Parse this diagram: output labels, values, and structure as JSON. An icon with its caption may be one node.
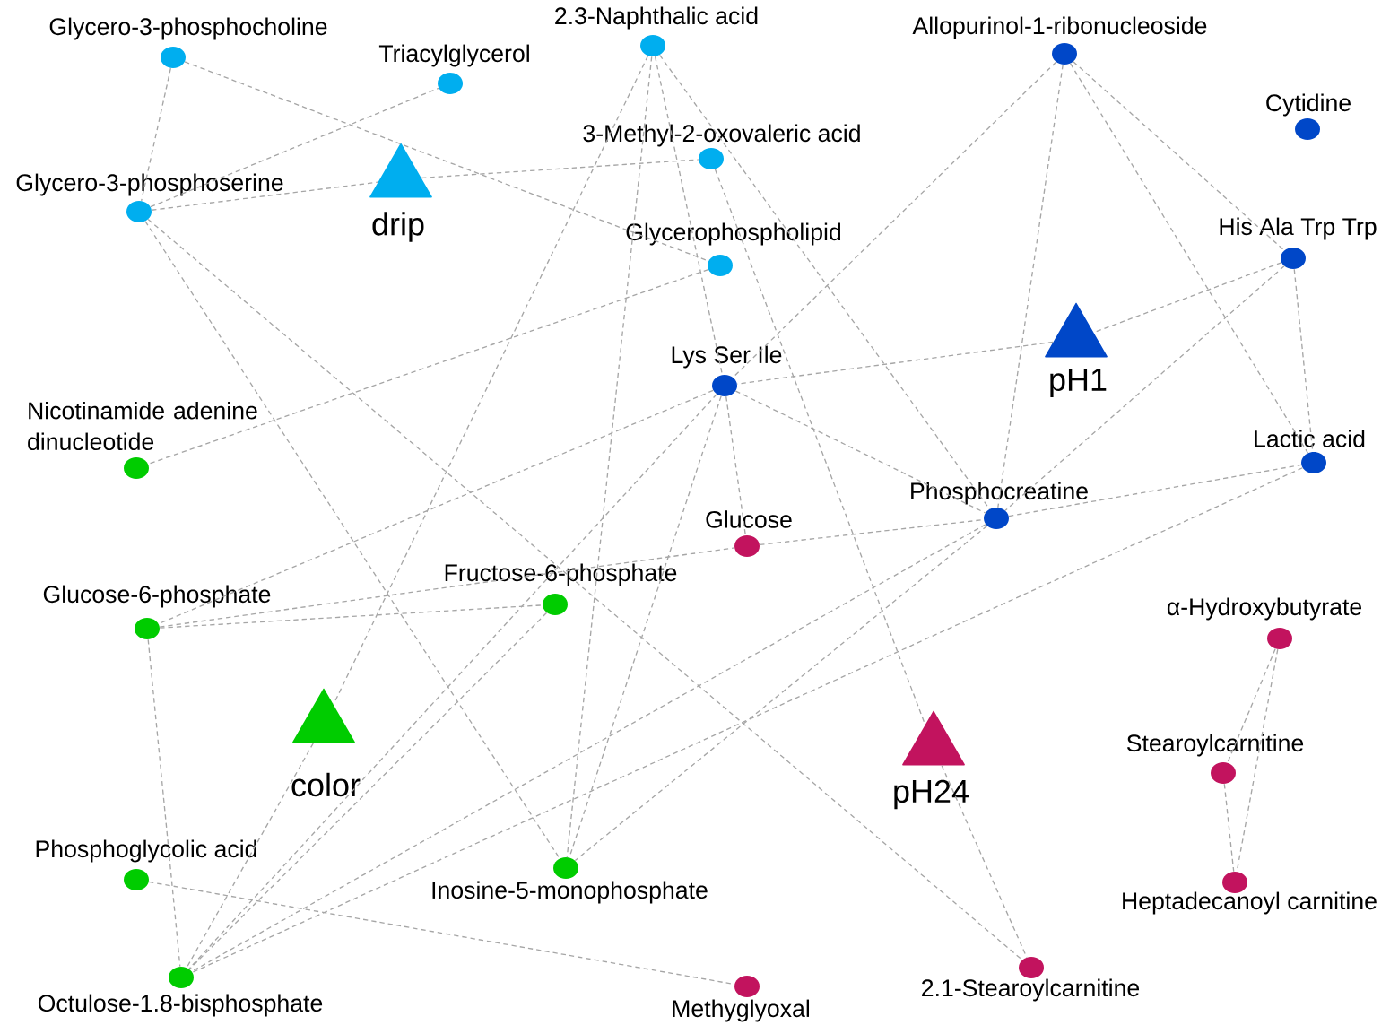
{
  "diagram": {
    "nodes": [
      {
        "text": [
          "Glycero-3-phosphocholine"
        ]
      },
      {
        "text": [
          "Triacylglycerol"
        ]
      },
      {
        "text": [
          "2.3-Naphthalic acid"
        ]
      },
      {
        "text": [
          "Allopurinol-1-ribonucleoside"
        ]
      },
      {
        "text": [
          "Cytidine"
        ]
      },
      {
        "text": [
          "3-Methyl-2-oxovaleric acid"
        ]
      },
      {
        "text": [
          "Glycero-3-phosphoserine"
        ]
      },
      {
        "text": [
          "drip"
        ]
      },
      {
        "text": [
          "Glycerophospholipid"
        ]
      },
      {
        "text": [
          "His Ala Trp Trp"
        ]
      },
      {
        "text": [
          "pH1"
        ]
      },
      {
        "text": [
          "Lys Ser Ile"
        ]
      },
      {
        "text": [
          "Nicotinamide adenine dinucleotide"
        ]
      },
      {
        "text": [
          "Lactic acid"
        ]
      },
      {
        "text": [
          "Phosphocreatine"
        ]
      },
      {
        "text": [
          "Glucose"
        ]
      },
      {
        "text": [
          "Glucose-6-phosphate"
        ]
      },
      {
        "text": [
          "Fructose-6-phosphate"
        ]
      },
      {
        "text": [
          "α-Hydroxybutyrate"
        ]
      },
      {
        "text": [
          "color"
        ]
      },
      {
        "text": [
          "pH24"
        ]
      },
      {
        "text": [
          "Stearoylcarnitine"
        ]
      },
      {
        "text": [
          "Phosphoglycolic acid"
        ]
      },
      {
        "text": [
          "Inosine-5-monophosphate"
        ]
      },
      {
        "text": [
          "Heptadecanoyl carnitine"
        ]
      },
      {
        "text": [
          "Octulose-1.8-bisphosphate"
        ]
      },
      {
        "text": [
          "2.1-Stearoylcarnitine"
        ]
      },
      {
        "text": [
          "Methyglyoxal"
        ]
      }
    ],
    "edges": [
      {
        "from": 0,
        "to": 6,
        "arrow": "none"
      },
      {
        "from": 0,
        "to": 8,
        "arrow": "none"
      },
      {
        "from": 6,
        "to": 1,
        "arrow": "none"
      },
      {
        "from": 6,
        "to": 7,
        "arrow": "none"
      },
      {
        "from": 7,
        "to": 5,
        "arrow": "none"
      },
      {
        "from": 6,
        "to": 23,
        "arrow": "none"
      },
      {
        "from": 6,
        "to": 26,
        "arrow": "none"
      },
      {
        "from": 2,
        "to": 19,
        "arrow": "none"
      },
      {
        "from": 19,
        "to": 25,
        "arrow": "none"
      },
      {
        "from": 2,
        "to": 23,
        "arrow": "none"
      },
      {
        "from": 2,
        "to": 11,
        "arrow": "none"
      },
      {
        "from": 2,
        "to": 14,
        "arrow": "none"
      },
      {
        "from": 5,
        "to": 20,
        "arrow": "none"
      },
      {
        "from": 20,
        "to": 26,
        "arrow": "none"
      },
      {
        "from": 8,
        "to": 12,
        "arrow": "none"
      },
      {
        "from": 3,
        "to": 11,
        "arrow": "none"
      },
      {
        "from": 3,
        "to": 14,
        "arrow": "none"
      },
      {
        "from": 3,
        "to": 13,
        "arrow": "none"
      },
      {
        "from": 3,
        "to": 9,
        "arrow": "none"
      },
      {
        "from": 9,
        "to": 10,
        "arrow": "none"
      },
      {
        "from": 10,
        "to": 11,
        "arrow": "none"
      },
      {
        "from": 9,
        "to": 14,
        "arrow": "none"
      },
      {
        "from": 9,
        "to": 13,
        "arrow": "none"
      },
      {
        "from": 11,
        "to": 14,
        "arrow": "none"
      },
      {
        "from": 11,
        "to": 15,
        "arrow": "none"
      },
      {
        "from": 11,
        "to": 16,
        "arrow": "none"
      },
      {
        "from": 11,
        "to": 23,
        "arrow": "none"
      },
      {
        "from": 11,
        "to": 25,
        "arrow": "none"
      },
      {
        "from": 15,
        "to": 14,
        "arrow": "none"
      },
      {
        "from": 14,
        "to": 13,
        "arrow": "none"
      },
      {
        "from": 14,
        "to": 23,
        "arrow": "none"
      },
      {
        "from": 14,
        "to": 25,
        "arrow": "none"
      },
      {
        "from": 13,
        "to": 25,
        "arrow": "none"
      },
      {
        "from": 16,
        "to": 15,
        "arrow": "none"
      },
      {
        "from": 16,
        "to": 17,
        "arrow": "none"
      },
      {
        "from": 16,
        "to": 25,
        "arrow": "none"
      },
      {
        "from": 17,
        "to": 25,
        "arrow": "none"
      },
      {
        "from": 22,
        "to": 27,
        "arrow": "none"
      },
      {
        "from": 18,
        "to": 21,
        "arrow": "none"
      },
      {
        "from": 18,
        "to": 24,
        "arrow": "none"
      },
      {
        "from": 21,
        "to": 24,
        "arrow": "none"
      }
    ]
  }
}
